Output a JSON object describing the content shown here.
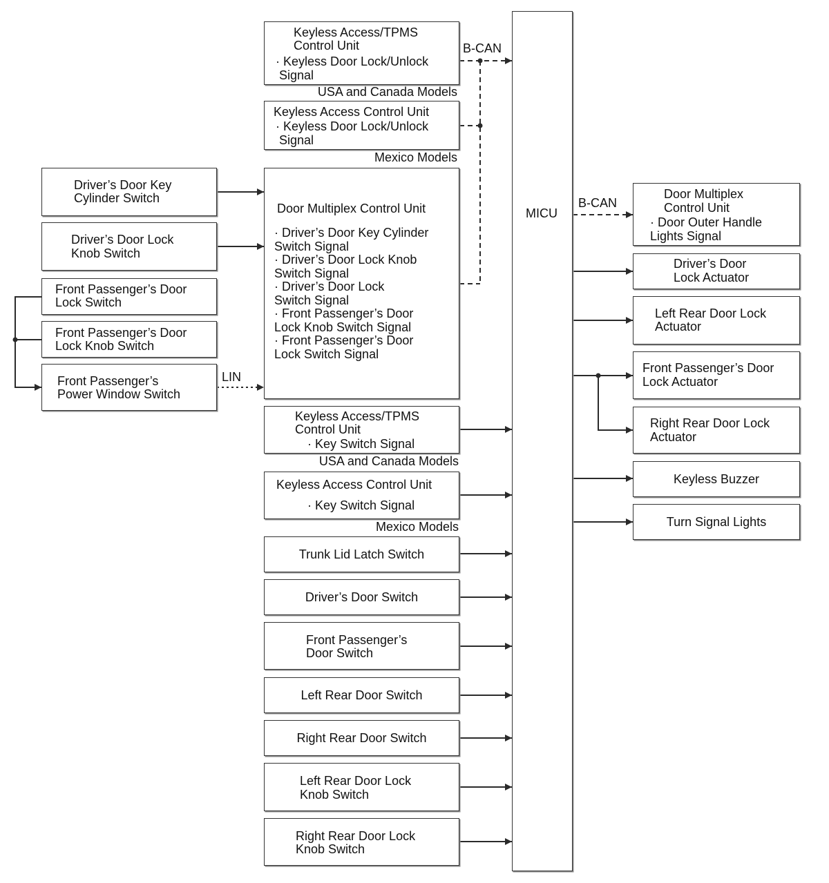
{
  "micu": {
    "label": "MICU"
  },
  "top": {
    "usa_ka": {
      "lines": [
        "Keyless Access/TPMS",
        "Control Unit",
        "· Keyless Door Lock/Unlock",
        "Signal"
      ]
    },
    "usa_caption": "USA and Canada Models",
    "mex_ka": {
      "lines": [
        "Keyless Access Control Unit",
        "· Keyless Door Lock/Unlock",
        "Signal"
      ]
    },
    "mex_caption": "Mexico Models",
    "bcan_in": "B-CAN"
  },
  "left": {
    "key_cyl": {
      "lines": [
        "Driver’s Door Key",
        "Cylinder Switch"
      ]
    },
    "lock_knob": {
      "lines": [
        "Driver’s Door Lock",
        "Knob Switch"
      ]
    },
    "fp_lock_sw": {
      "lines": [
        "Front Passenger’s Door",
        "Lock Switch"
      ]
    },
    "fp_knob_sw": {
      "lines": [
        "Front Passenger’s Door",
        "Lock Knob Switch"
      ]
    },
    "fp_pw_sw": {
      "lines": [
        "Front Passenger’s",
        "Power Window Switch"
      ]
    },
    "lin": "LIN"
  },
  "dmcu": {
    "title": "Door Multiplex Control Unit",
    "lines": [
      "· Driver’s Door Key Cylinder",
      "Switch Signal",
      "· Driver’s Door Lock Knob",
      "Switch Signal",
      "· Driver’s Door Lock",
      "Switch Signal",
      "· Front Passenger’s Door",
      "Lock Knob Switch Signal",
      "· Front Passenger’s Door",
      "Lock Switch Signal"
    ]
  },
  "mid": {
    "usa_key": {
      "lines": [
        "Keyless Access/TPMS",
        "Control Unit",
        "· Key Switch Signal"
      ]
    },
    "usa_caption": "USA and Canada Models",
    "mex_key": {
      "lines": [
        "Keyless Access Control Unit",
        "· Key Switch Signal"
      ]
    },
    "mex_caption": "Mexico Models",
    "trunk": "Trunk Lid Latch Switch",
    "driver_door": "Driver’s Door Switch",
    "fp_door": {
      "lines": [
        "Front Passenger’s",
        "Door Switch"
      ]
    },
    "lr_door": "Left Rear Door Switch",
    "rr_door": "Right Rear Door Switch",
    "lr_knob": {
      "lines": [
        "Left Rear Door Lock",
        "Knob Switch"
      ]
    },
    "rr_knob": {
      "lines": [
        "Right Rear Door Lock",
        "Knob Switch"
      ]
    }
  },
  "right": {
    "bcan_out": "B-CAN",
    "dmcu_out": {
      "lines": [
        "Door Multiplex",
        "Control Unit",
        "· Door Outer Handle",
        "Lights Signal"
      ]
    },
    "drv_act": {
      "lines": [
        "Driver’s Door",
        "Lock Actuator"
      ]
    },
    "lr_act": {
      "lines": [
        "Left Rear Door Lock",
        "Actuator"
      ]
    },
    "fp_act": {
      "lines": [
        "Front Passenger’s Door",
        "Lock Actuator"
      ]
    },
    "rr_act": {
      "lines": [
        "Right Rear Door Lock",
        "Actuator"
      ]
    },
    "buzzer": "Keyless Buzzer",
    "turn": "Turn Signal Lights"
  }
}
